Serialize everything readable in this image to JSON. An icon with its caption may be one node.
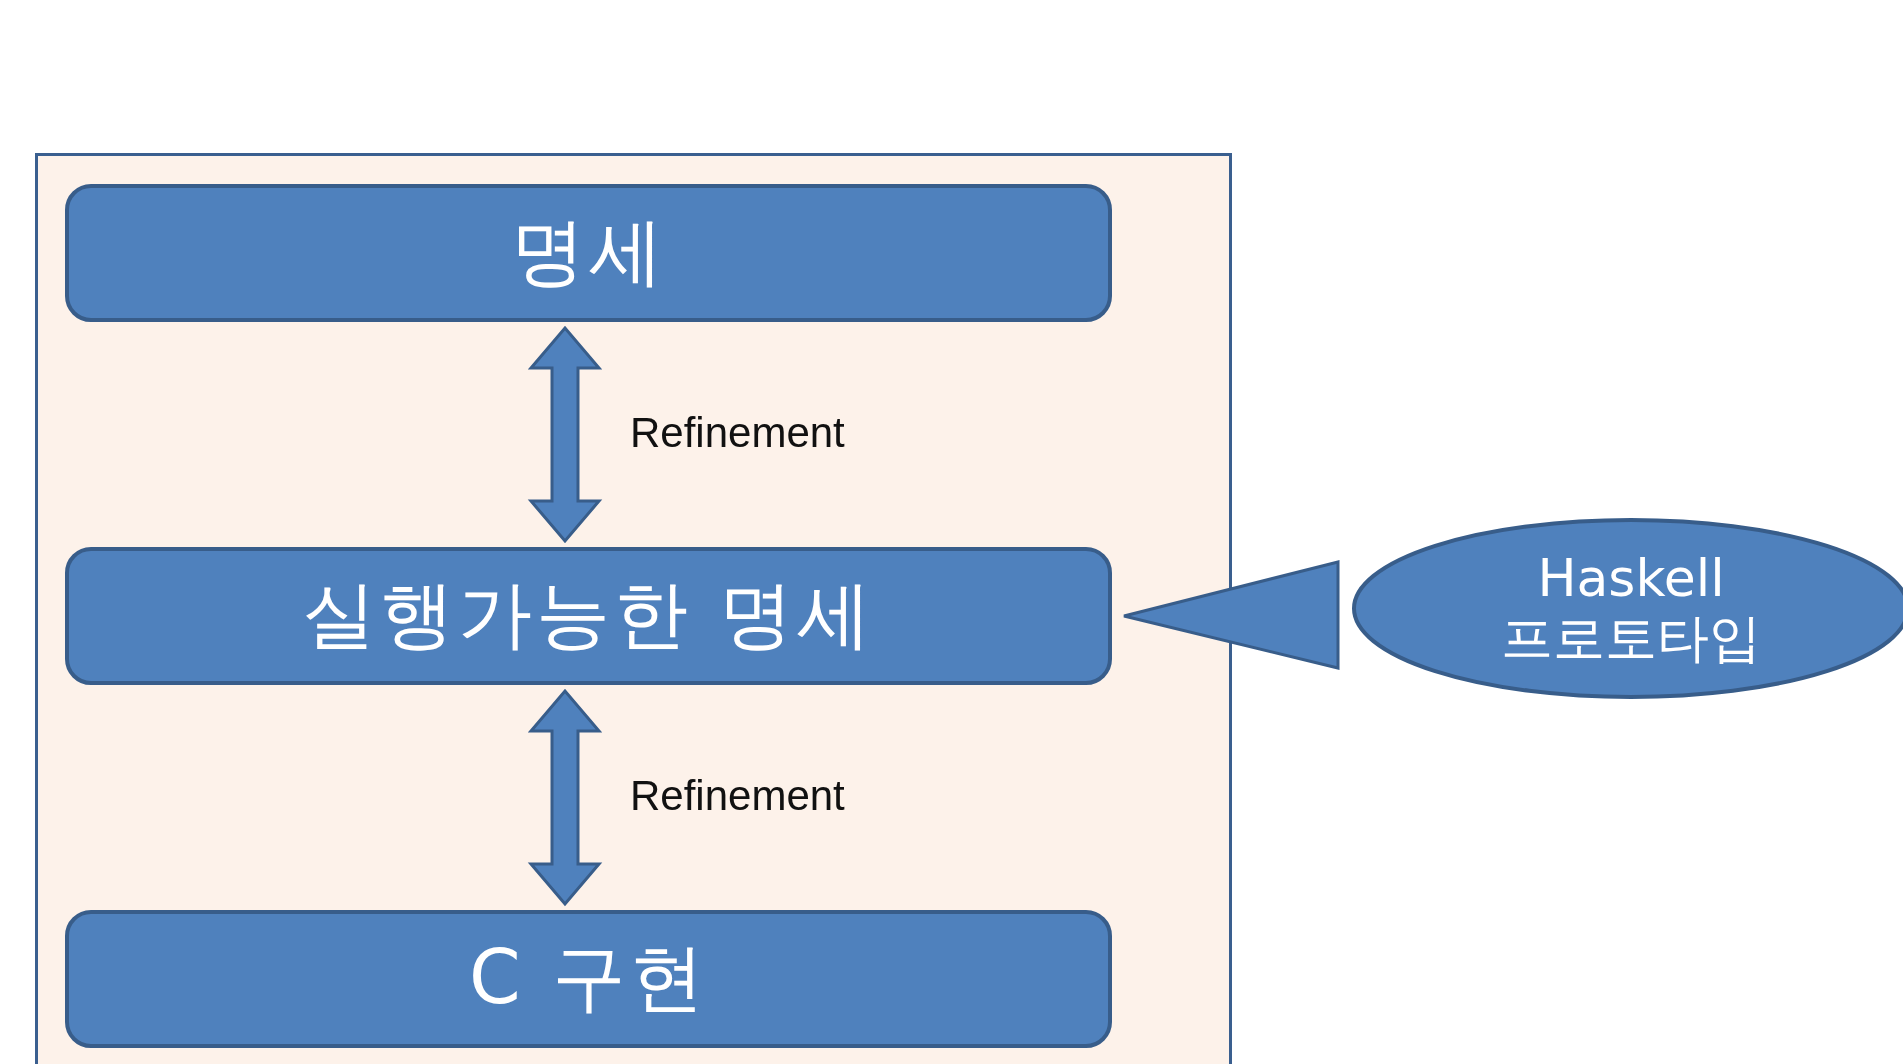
{
  "diagram": {
    "nodes": [
      {
        "text": [],
        "shape": "box"
      },
      {
        "text": [
          "명세"
        ],
        "in": 0
      },
      {
        "text": [
          "실행가능한 명세"
        ],
        "in": 0
      },
      {
        "text": [
          "C 구현"
        ],
        "in": 0
      },
      {
        "text": [
          "Haskell 프로토타입"
        ]
      }
    ],
    "edges": [
      {
        "from": 1,
        "to": 2,
        "arrow": "both",
        "label": "Refinement"
      },
      {
        "from": 2,
        "to": 3,
        "arrow": "both",
        "label": "Refinement"
      },
      {
        "from": 4,
        "to": 2,
        "arrow": "to"
      }
    ]
  }
}
